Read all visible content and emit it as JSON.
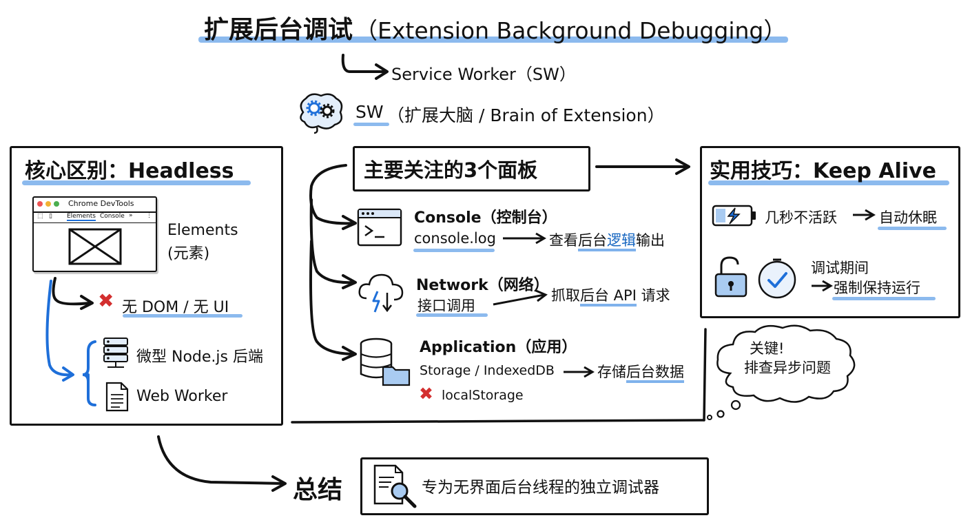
{
  "header": {
    "title_cn": "扩展后台调试",
    "title_en": "（Extension Background Debugging）",
    "service_worker": "Service Worker（SW）",
    "sw_label": "SW",
    "sw_brain": "（扩展大脑 / Brain of Extension）"
  },
  "left_panel": {
    "title": "核心区别：Headless",
    "devtools_title": "Chrome DevTools",
    "tab_elements": "Elements",
    "tab_console": "Console",
    "tab_more": "»",
    "elements_label": "Elements",
    "elements_cn": "(元素)",
    "no_dom": "无 DOM / 无 UI",
    "micro_node": "微型 Node.js 后端",
    "web_worker": "Web Worker"
  },
  "center_panel": {
    "title": "主要关注的3个面板",
    "console": {
      "title": "Console（控制台）",
      "code": "console.log",
      "desc_a": "查看",
      "desc_b": "后台",
      "desc_c": "逻辑",
      "desc_d": "输出"
    },
    "network": {
      "title": "Network（网络）",
      "sub": "接口调用",
      "desc_a": "抓取",
      "desc_b": "后台 API",
      "desc_c": " 请求"
    },
    "application": {
      "title": "Application（应用）",
      "storage": "Storage / IndexedDB",
      "desc_a": "存储",
      "desc_b": "后台数据",
      "local_storage": "localStorage"
    }
  },
  "right_panel": {
    "title": "实用技巧：Keep Alive",
    "inactive": "几秒不活跃",
    "auto_sleep": "自动休眠",
    "debug_period": "调试期间",
    "force_keep": "强制保持运行"
  },
  "cloud": {
    "line1": "关键!",
    "line2": "排查异步问题"
  },
  "summary": {
    "label": "总结",
    "text": "专为无界面后台线程的独立调试器"
  },
  "colors": {
    "highlight": "#7fb2ec",
    "accent_blue": "#1e6fd9",
    "cross_red": "#d32f2f",
    "ink": "#111111"
  }
}
